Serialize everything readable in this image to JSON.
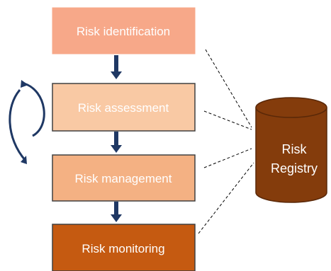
{
  "diagram": {
    "steps": [
      {
        "label": "Risk identification",
        "fill": "#F7A889"
      },
      {
        "label": "Risk assessment",
        "fill": "#F9C9A4"
      },
      {
        "label": "Risk management",
        "fill": "#F4B183"
      },
      {
        "label": "Risk monitoring",
        "fill": "#C55A11"
      }
    ],
    "registry": {
      "line1": "Risk",
      "line2": "Registry",
      "fill": "#843C0C",
      "stroke": "#5A2808"
    },
    "colors": {
      "arrow": "#1F3864",
      "box_border": "#404040",
      "connector": "#000000"
    }
  }
}
